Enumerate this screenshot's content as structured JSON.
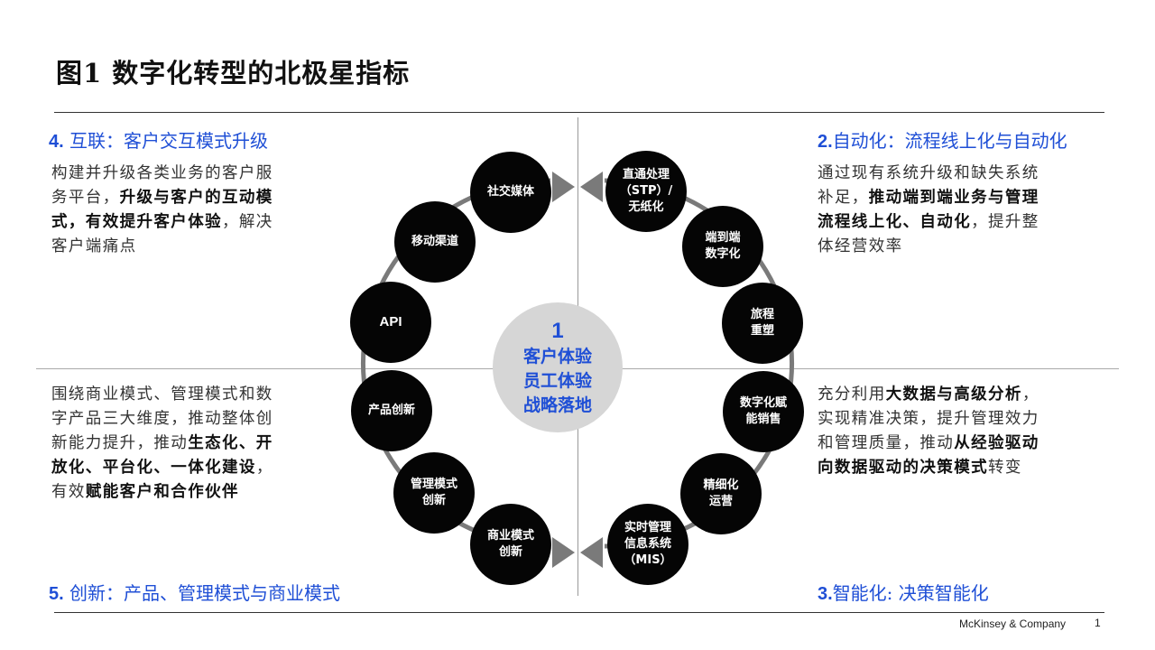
{
  "title": "图1 数字化转型的北极星指标",
  "quadrants": {
    "top_left": {
      "num": "4.",
      "heading": "互联：客户交互模式升级",
      "lines": [
        [
          {
            "t": "构建并升级各类业务的客户服",
            "b": false
          }
        ],
        [
          {
            "t": "务平台，",
            "b": false
          },
          {
            "t": "升级与客户的互动模",
            "b": true
          }
        ],
        [
          {
            "t": "式，有效提升客户体验",
            "b": true
          },
          {
            "t": "，解决",
            "b": false
          }
        ],
        [
          {
            "t": "客户端痛点",
            "b": false
          }
        ]
      ]
    },
    "top_right": {
      "num": "2.",
      "heading": "自动化：流程线上化与自动化",
      "lines": [
        [
          {
            "t": "通过现有系统升级和缺失系统",
            "b": false
          }
        ],
        [
          {
            "t": "补足，",
            "b": false
          },
          {
            "t": "推动端到端业务与管理",
            "b": true
          }
        ],
        [
          {
            "t": "流程线上化、自动化",
            "b": true
          },
          {
            "t": "，提升整",
            "b": false
          }
        ],
        [
          {
            "t": "体经营效率",
            "b": false
          }
        ]
      ]
    },
    "bottom_left": {
      "num": "5.",
      "heading": "创新：产品、管理模式与商业模式",
      "lines": [
        [
          {
            "t": "围绕商业模式、管理模式和数",
            "b": false
          }
        ],
        [
          {
            "t": "字产品三大维度，推动整体创",
            "b": false
          }
        ],
        [
          {
            "t": "新能力提升，推动",
            "b": false
          },
          {
            "t": "生态化、开",
            "b": true
          }
        ],
        [
          {
            "t": "放化、平台化、一体化建设",
            "b": true
          },
          {
            "t": "，",
            "b": false
          }
        ],
        [
          {
            "t": "有效",
            "b": false
          },
          {
            "t": "赋能客户和合作伙伴",
            "b": true
          }
        ]
      ]
    },
    "bottom_right": {
      "num": "3.",
      "heading": "智能化: 决策智能化",
      "lines": [
        [
          {
            "t": "充分利用",
            "b": false
          },
          {
            "t": "大数据与高级分析",
            "b": true
          },
          {
            "t": "，",
            "b": false
          }
        ],
        [
          {
            "t": "实现精准决策，提升管理效力",
            "b": false
          }
        ],
        [
          {
            "t": "和管理质量，推动",
            "b": false
          },
          {
            "t": "从经验驱动",
            "b": true
          }
        ],
        [
          {
            "t": "向数据驱动的决策模式",
            "b": true
          },
          {
            "t": "转变",
            "b": false
          }
        ]
      ]
    }
  },
  "center": {
    "number": "1",
    "lines": [
      "客户体验",
      "员工体验",
      "战略落地"
    ]
  },
  "nodes": {
    "social_media": [
      "社交媒体"
    ],
    "mobile_channel": [
      "移动渠道"
    ],
    "api": [
      "API"
    ],
    "product_innovation": [
      "产品创新"
    ],
    "mgmt_innovation": [
      "管理模式",
      "创新"
    ],
    "business_innovation": [
      "商业模式",
      "创新"
    ],
    "stp": [
      "直通处理",
      "（STP）/",
      "无纸化"
    ],
    "e2e_digital": [
      "端到端",
      "数字化"
    ],
    "journey": [
      "旅程",
      "重塑"
    ],
    "digital_sales": [
      "数字化赋",
      "能销售"
    ],
    "refined_ops": [
      "精细化",
      "运营"
    ],
    "mis": [
      "实时管理",
      "信息系统",
      "（MIS）"
    ]
  },
  "colors": {
    "accent_blue": "#1f4fd6",
    "node_black": "#050505",
    "ring_gray": "#7a7a7a",
    "center_gray": "#d6d6d6"
  },
  "footer": {
    "brand": "McKinsey & Company",
    "page": "1"
  }
}
